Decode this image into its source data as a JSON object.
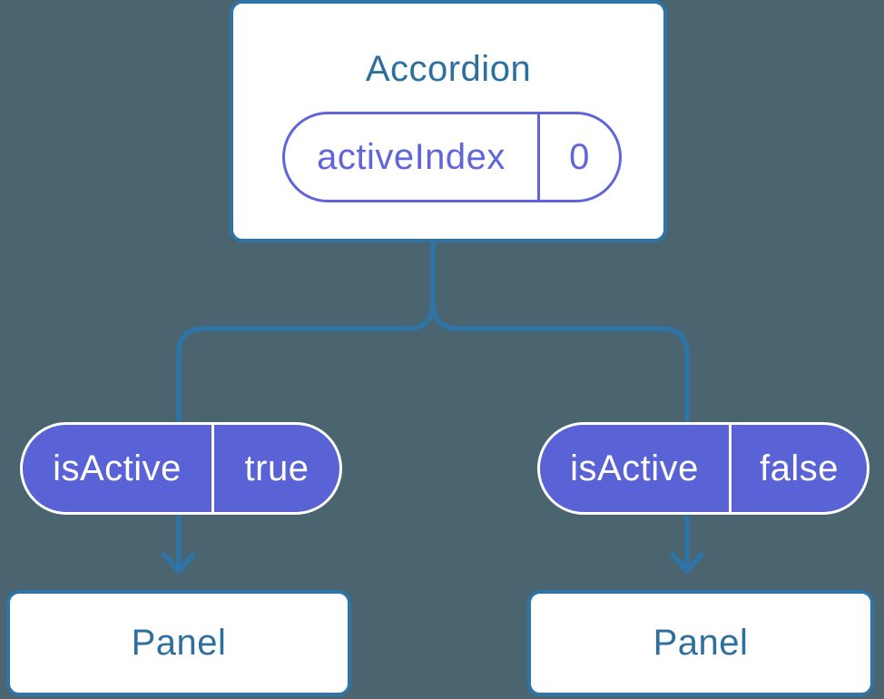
{
  "diagram": {
    "description": "React component tree showing state passed down as props",
    "colors": {
      "background": "#4a6570",
      "connector": "#2e74a6",
      "box_border": "#2e74a6",
      "box_fill": "#ffffff",
      "title_text": "#2d6f9e",
      "state_pill_accent": "#6165da",
      "prop_pill_fill": "#5a63d6",
      "prop_pill_text": "#ffffff"
    },
    "root": {
      "title": "Accordion",
      "state": {
        "name": "activeIndex",
        "value": "0"
      }
    },
    "branches": [
      {
        "prop_name": "isActive",
        "prop_value": "true",
        "child_title": "Panel"
      },
      {
        "prop_name": "isActive",
        "prop_value": "false",
        "child_title": "Panel"
      }
    ]
  }
}
